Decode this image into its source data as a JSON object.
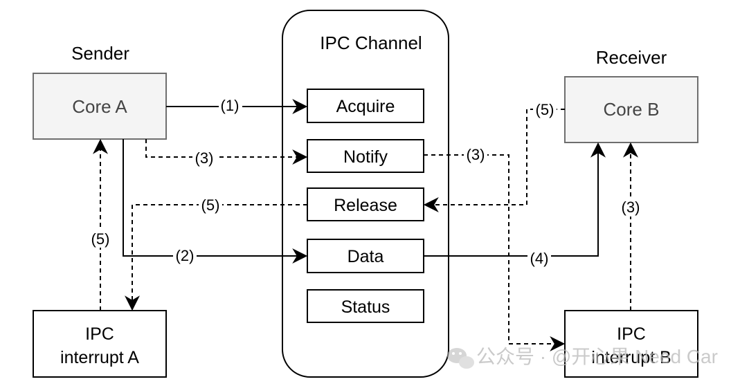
{
  "channel": {
    "title": "IPC Channel",
    "items": [
      "Acquire",
      "Notify",
      "Release",
      "Data",
      "Status"
    ]
  },
  "sender": {
    "title": "Sender",
    "core": "Core A",
    "interrupt": [
      "IPC",
      "interrupt A"
    ]
  },
  "receiver": {
    "title": "Receiver",
    "core": "Core B",
    "interrupt": [
      "IPC",
      "interrupt B"
    ]
  },
  "edges": {
    "acquire": "(1)",
    "data_sender": "(2)",
    "notify_sender": "(3)",
    "release_sender": "(5)",
    "interrupt_a": "(5)",
    "notify_receiver": "(3)",
    "release_receiver": "(5)",
    "data_receiver": "(4)",
    "interrupt_b": "(3)"
  },
  "watermark": "公众号 · @开心果 Need Car"
}
